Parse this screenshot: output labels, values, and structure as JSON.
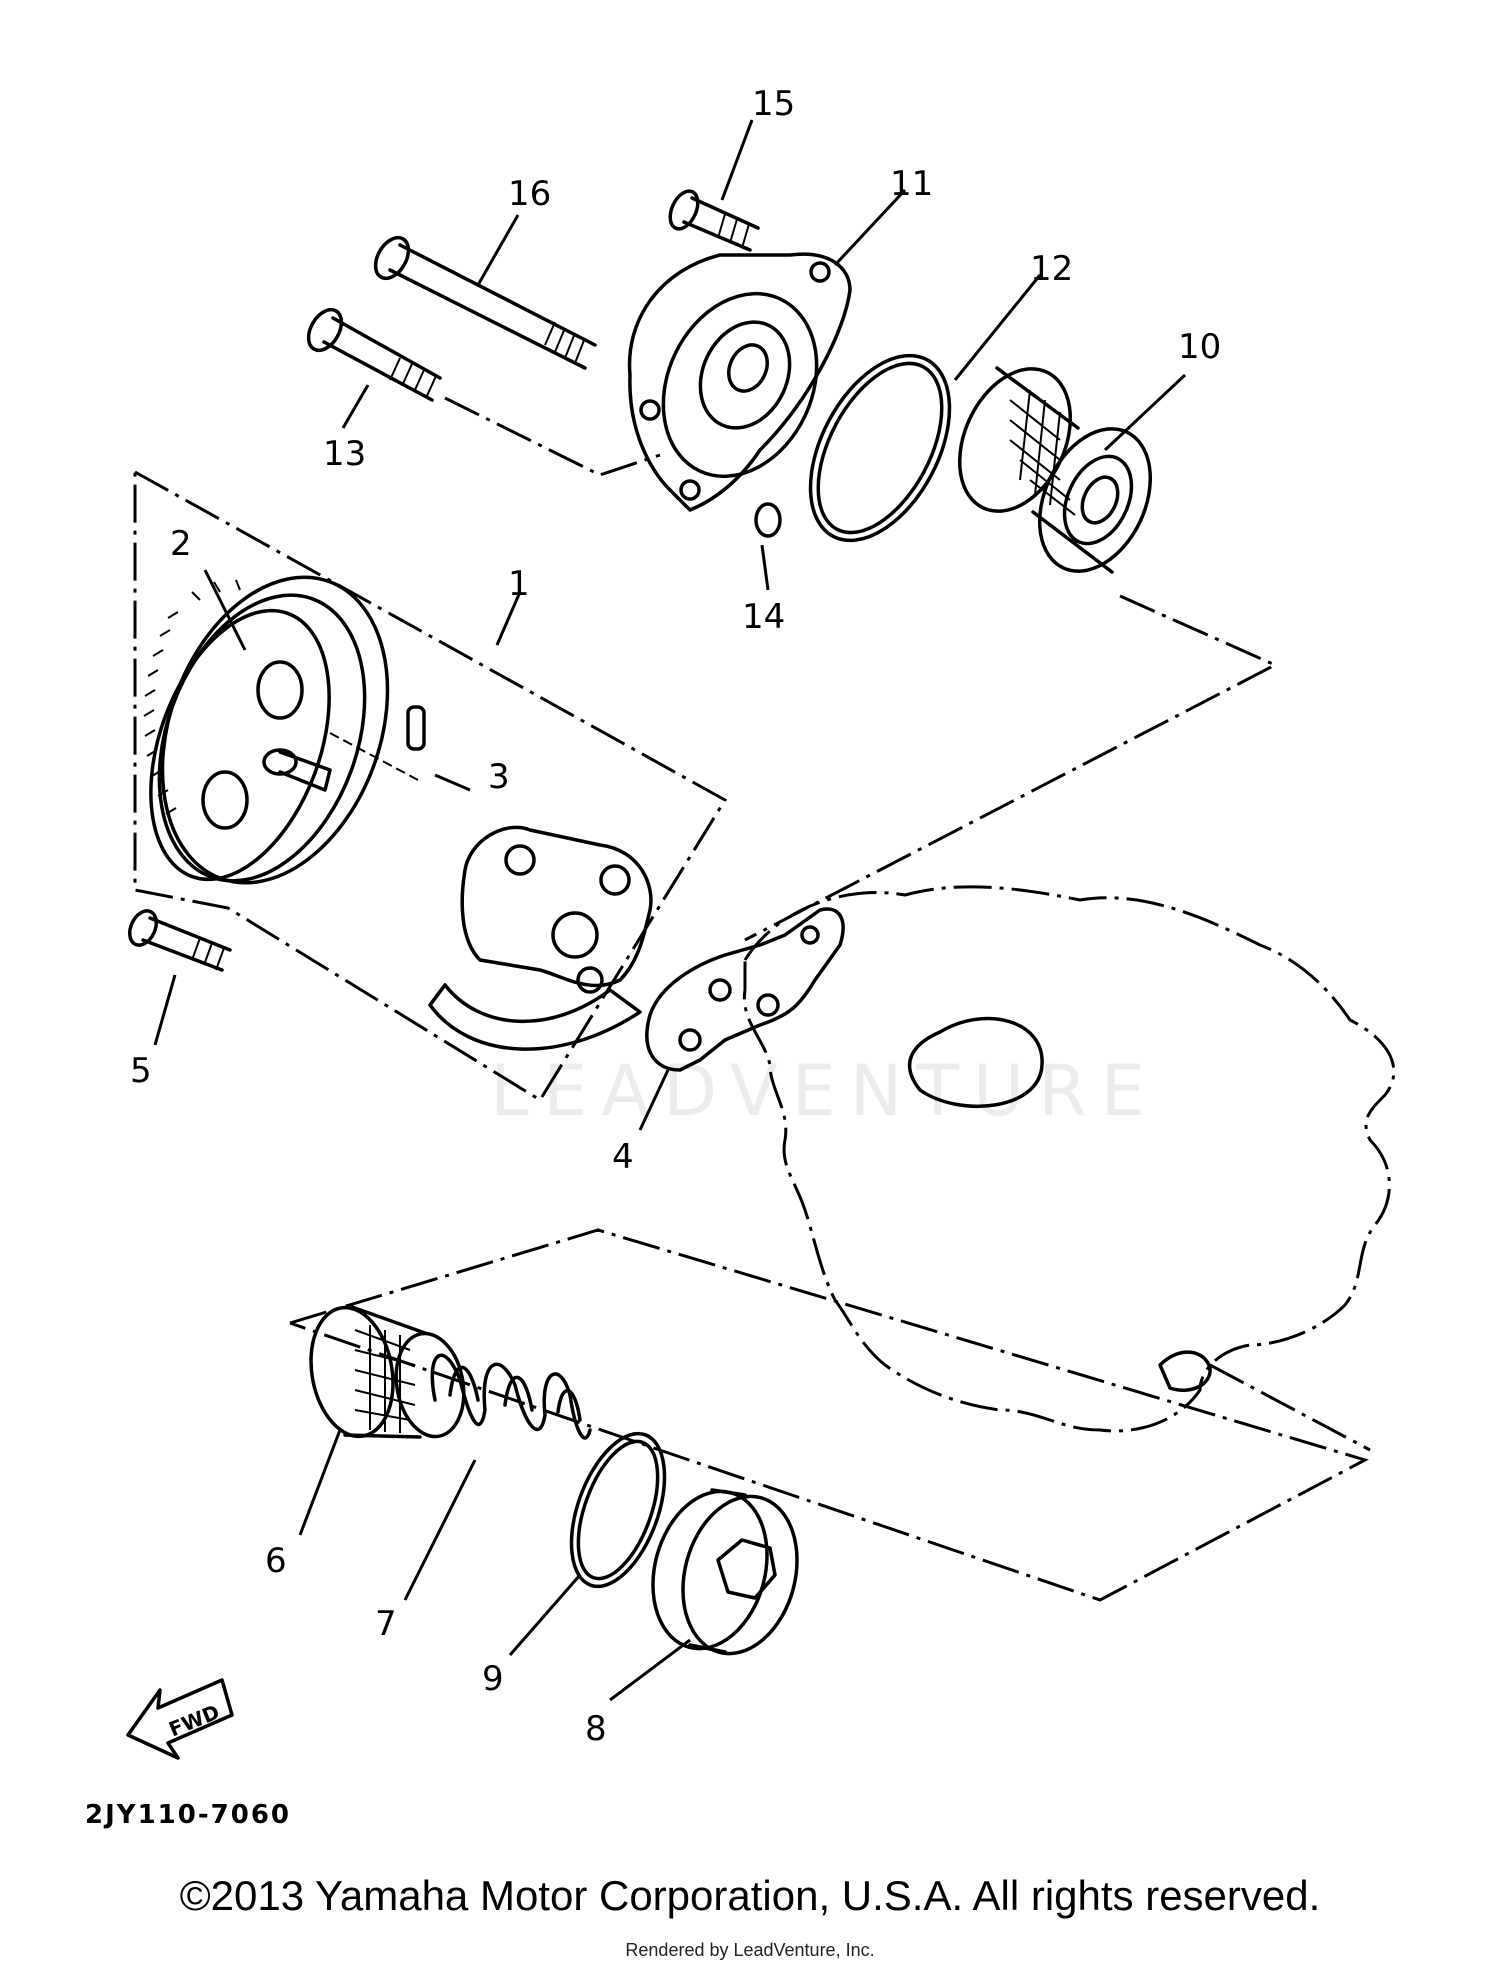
{
  "diagram": {
    "callouts": {
      "c1": "1",
      "c2": "2",
      "c3": "3",
      "c4": "4",
      "c5": "5",
      "c6": "6",
      "c7": "7",
      "c8": "8",
      "c9": "9",
      "c10": "10",
      "c11": "11",
      "c12": "12",
      "c13": "13",
      "c14": "14",
      "c15": "15",
      "c16": "16"
    },
    "fwd_arrow": "FWD",
    "diagram_code": "2JY110-7060",
    "watermark": "LEADVENTURE"
  },
  "footer": {
    "copyright": "©2013 Yamaha Motor Corporation, U.S.A. All rights reserved.",
    "rendered_by": "Rendered by LeadVenture, Inc."
  }
}
